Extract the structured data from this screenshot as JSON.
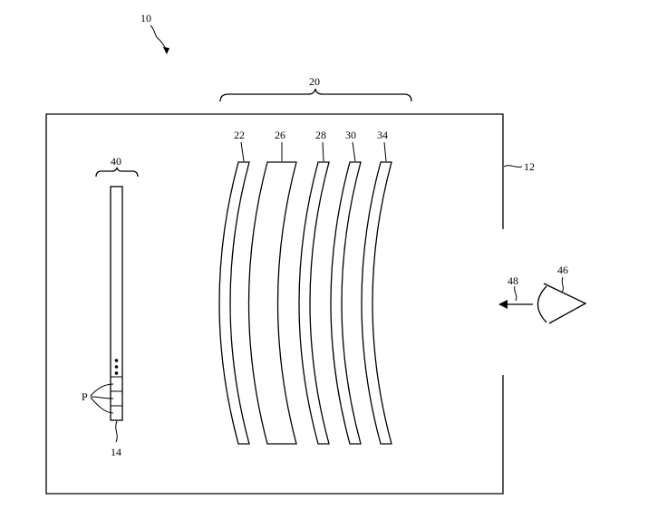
{
  "figure": {
    "labels": {
      "system": "10",
      "housing": "12",
      "display": "14",
      "optics": "20",
      "layer_a": "22",
      "layer_b": "26",
      "layer_c": "28",
      "layer_d": "30",
      "layer_e": "34",
      "panel": "40",
      "eye": "46",
      "direction": "48",
      "pixels": "P"
    }
  }
}
